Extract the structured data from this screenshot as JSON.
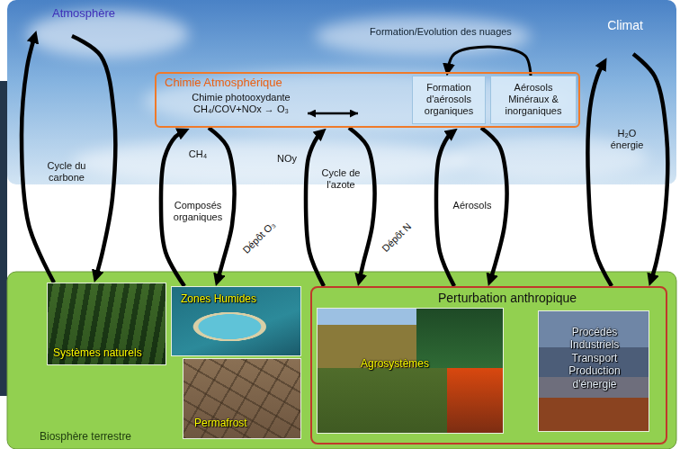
{
  "diagram": {
    "nodes": [
      {
        "text": [
          "Atmosphère"
        ]
      },
      {
        "text": [
          "Chimie Atmosphérique",
          "Chimie photooxydante CH₄/COV+NOx → O₃"
        ],
        "in": 0
      },
      {
        "text": [
          "Formation d'aérosols organiques"
        ],
        "in": 1
      },
      {
        "text": [
          "Aérosols Minéraux & inorganiques"
        ],
        "in": 1
      },
      {
        "text": [
          "Biosphère terrestre"
        ]
      },
      {
        "text": [
          "Systèmes naturels"
        ],
        "in": 4
      },
      {
        "text": [
          "Zones Humides"
        ],
        "in": 4
      },
      {
        "text": [
          "Permafrost"
        ],
        "in": 4
      },
      {
        "text": [
          "Perturbation anthropique"
        ],
        "in": 4
      },
      {
        "text": [
          "Agrosystèmes"
        ],
        "in": 8
      },
      {
        "text": [
          "Procédés Industriels Transport Production d'énergie"
        ],
        "in": 8
      }
    ],
    "edges": [
      {
        "from": 5,
        "to": 0,
        "arrow": "to"
      },
      {
        "from": 0,
        "to": 5,
        "arrow": "to"
      },
      {
        "from": 6,
        "to": 1,
        "arrow": "to"
      },
      {
        "from": 1,
        "to": 6,
        "label": "Dépôt O₃",
        "arrow": "to"
      },
      {
        "from": 8,
        "to": 1,
        "arrow": "to"
      },
      {
        "from": 1,
        "to": 8,
        "label": "Dépôt N",
        "arrow": "to"
      },
      {
        "from": 8,
        "to": 1,
        "arrow": "to"
      },
      {
        "from": 1,
        "to": 8,
        "arrow": "to"
      },
      {
        "from": 8,
        "to": 0,
        "arrow": "to"
      },
      {
        "from": 0,
        "to": 8,
        "arrow": "to"
      },
      {
        "from": 3,
        "to": 2,
        "arrow": "to"
      }
    ],
    "labels": [
      "Climat",
      "Formation/Evolution des nuages",
      "Cycle du carbone",
      "CH₄",
      "Composés organiques",
      "NOy",
      "Cycle de l'azote",
      "Aérosols",
      "H₂O énergie"
    ]
  }
}
